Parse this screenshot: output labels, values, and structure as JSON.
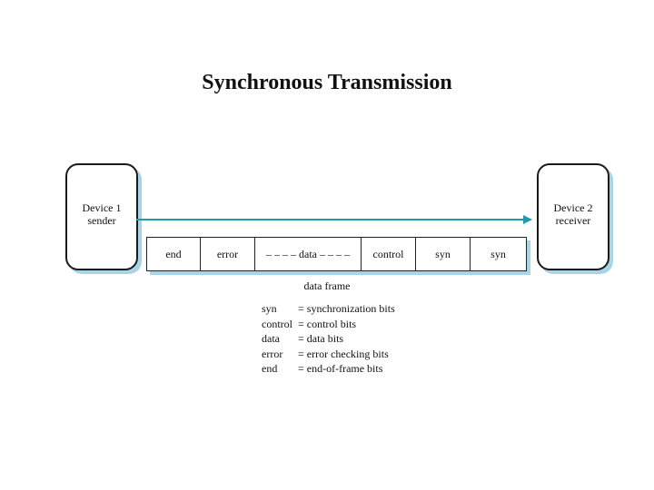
{
  "title": "Synchronous Transmission",
  "device1": {
    "line1": "Device 1",
    "line2": "sender"
  },
  "device2": {
    "line1": "Device 2",
    "line2": "receiver"
  },
  "frame": {
    "cells": [
      "end",
      "error",
      "– – – –  data  – – – –",
      "control",
      "syn",
      "syn"
    ],
    "label": "data frame"
  },
  "legend": [
    {
      "term": "syn",
      "def": "= synchronization bits"
    },
    {
      "term": "control",
      "def": "= control bits"
    },
    {
      "term": "data",
      "def": "= data bits"
    },
    {
      "term": "error",
      "def": "= error checking bits"
    },
    {
      "term": "end",
      "def": "= end-of-frame bits"
    }
  ],
  "colors": {
    "accent": "#1f9aa9",
    "shadow": "#a9d4e6"
  }
}
